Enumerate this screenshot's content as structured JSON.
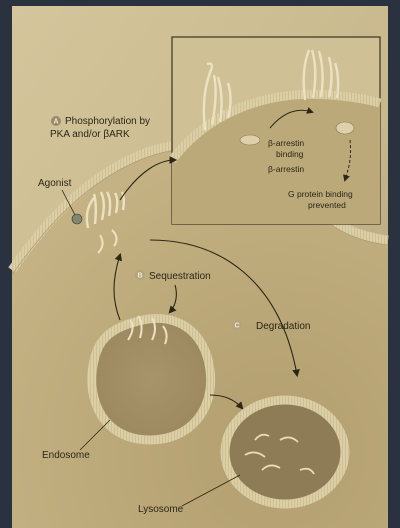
{
  "labels": {
    "phos_line1": "Phosphorylation by",
    "phos_line2": "PKA and/or βARK",
    "agonist": "Agonist",
    "barrestin_binding_1": "β-arrestin",
    "barrestin_binding_2": "binding",
    "barrestin": "β-arrestin",
    "gprotein_1": "G protein binding",
    "gprotein_2": "prevented",
    "sequestration": "Sequestration",
    "degradation": "Degradation",
    "endosome": "Endosome",
    "lysosome": "Lysosome"
  },
  "step_markers": {
    "a": "A",
    "b": "B",
    "c": "C"
  },
  "colors": {
    "page": "#c9b98f",
    "page_shadow": "#a89868",
    "membrane": "#d8caa0",
    "cytoplasm": "#b8a474",
    "marker": "#9a8a6a",
    "text": "#2c2616",
    "frame_bg": "#2a3240"
  }
}
